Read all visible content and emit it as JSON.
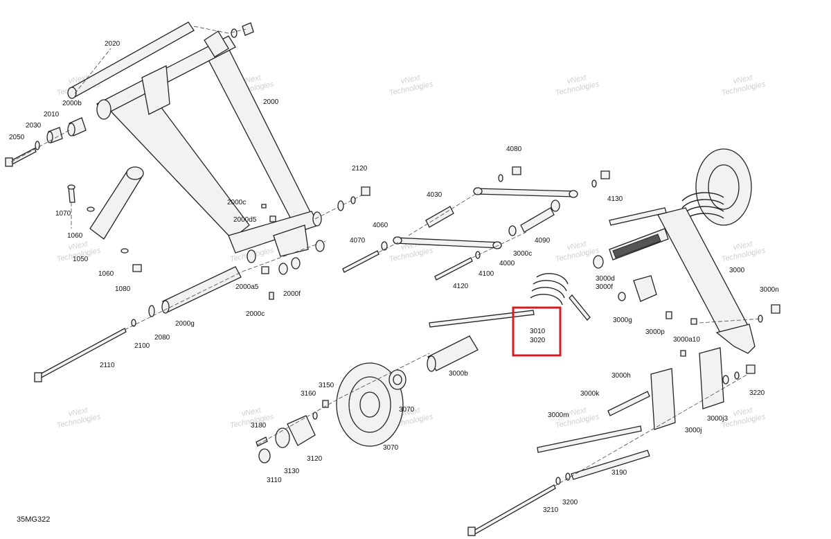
{
  "watermark": {
    "line1": "vNext",
    "line2": "Technologies"
  },
  "document_code": "35MG322",
  "callouts": [
    {
      "id": "2020",
      "label": "2020"
    },
    {
      "id": "2000b",
      "label": "2000b"
    },
    {
      "id": "2010",
      "label": "2010"
    },
    {
      "id": "2030",
      "label": "2030"
    },
    {
      "id": "2050",
      "label": "2050"
    },
    {
      "id": "2000",
      "label": "2000"
    },
    {
      "id": "1070",
      "label": "1070"
    },
    {
      "id": "1060a",
      "label": "1060"
    },
    {
      "id": "1050",
      "label": "1050"
    },
    {
      "id": "1060b",
      "label": "1060"
    },
    {
      "id": "1080",
      "label": "1080"
    },
    {
      "id": "2000c_top",
      "label": "2000c"
    },
    {
      "id": "2000d5",
      "label": "2000d5"
    },
    {
      "id": "2120",
      "label": "2120"
    },
    {
      "id": "2000a5",
      "label": "2000a5"
    },
    {
      "id": "2000f",
      "label": "2000f"
    },
    {
      "id": "2000c_bot",
      "label": "2000c"
    },
    {
      "id": "2000g",
      "label": "2000g"
    },
    {
      "id": "2080",
      "label": "2080"
    },
    {
      "id": "2100",
      "label": "2100"
    },
    {
      "id": "2110",
      "label": "2110"
    },
    {
      "id": "4080",
      "label": "4080"
    },
    {
      "id": "4030",
      "label": "4030"
    },
    {
      "id": "4130",
      "label": "4130"
    },
    {
      "id": "4060",
      "label": "4060"
    },
    {
      "id": "4070",
      "label": "4070"
    },
    {
      "id": "4090",
      "label": "4090"
    },
    {
      "id": "3000c",
      "label": "3000c"
    },
    {
      "id": "4000",
      "label": "4000"
    },
    {
      "id": "4100",
      "label": "4100"
    },
    {
      "id": "4120",
      "label": "4120"
    },
    {
      "id": "3000",
      "label": "3000"
    },
    {
      "id": "3000d",
      "label": "3000d"
    },
    {
      "id": "3000f",
      "label": "3000f"
    },
    {
      "id": "3000g",
      "label": "3000g"
    },
    {
      "id": "3000n",
      "label": "3000n"
    },
    {
      "id": "3000p",
      "label": "3000p"
    },
    {
      "id": "3000a10",
      "label": "3000a10"
    },
    {
      "id": "3010",
      "label": "3010"
    },
    {
      "id": "3020",
      "label": "3020"
    },
    {
      "id": "3000b",
      "label": "3000b"
    },
    {
      "id": "3000h",
      "label": "3000h"
    },
    {
      "id": "3220",
      "label": "3220"
    },
    {
      "id": "3000k",
      "label": "3000k"
    },
    {
      "id": "3000m",
      "label": "3000m"
    },
    {
      "id": "3000j3",
      "label": "3000j3"
    },
    {
      "id": "3000j",
      "label": "3000j"
    },
    {
      "id": "3150",
      "label": "3150"
    },
    {
      "id": "3160",
      "label": "3160"
    },
    {
      "id": "3070a",
      "label": "3070"
    },
    {
      "id": "3070b",
      "label": "3070"
    },
    {
      "id": "3180",
      "label": "3180"
    },
    {
      "id": "3120",
      "label": "3120"
    },
    {
      "id": "3130",
      "label": "3130"
    },
    {
      "id": "3110",
      "label": "3110"
    },
    {
      "id": "3190",
      "label": "3190"
    },
    {
      "id": "3200",
      "label": "3200"
    },
    {
      "id": "3210",
      "label": "3210"
    }
  ],
  "colors": {
    "highlight": "#d81b23",
    "line": "#222222",
    "watermark": "#cfcfcf"
  }
}
